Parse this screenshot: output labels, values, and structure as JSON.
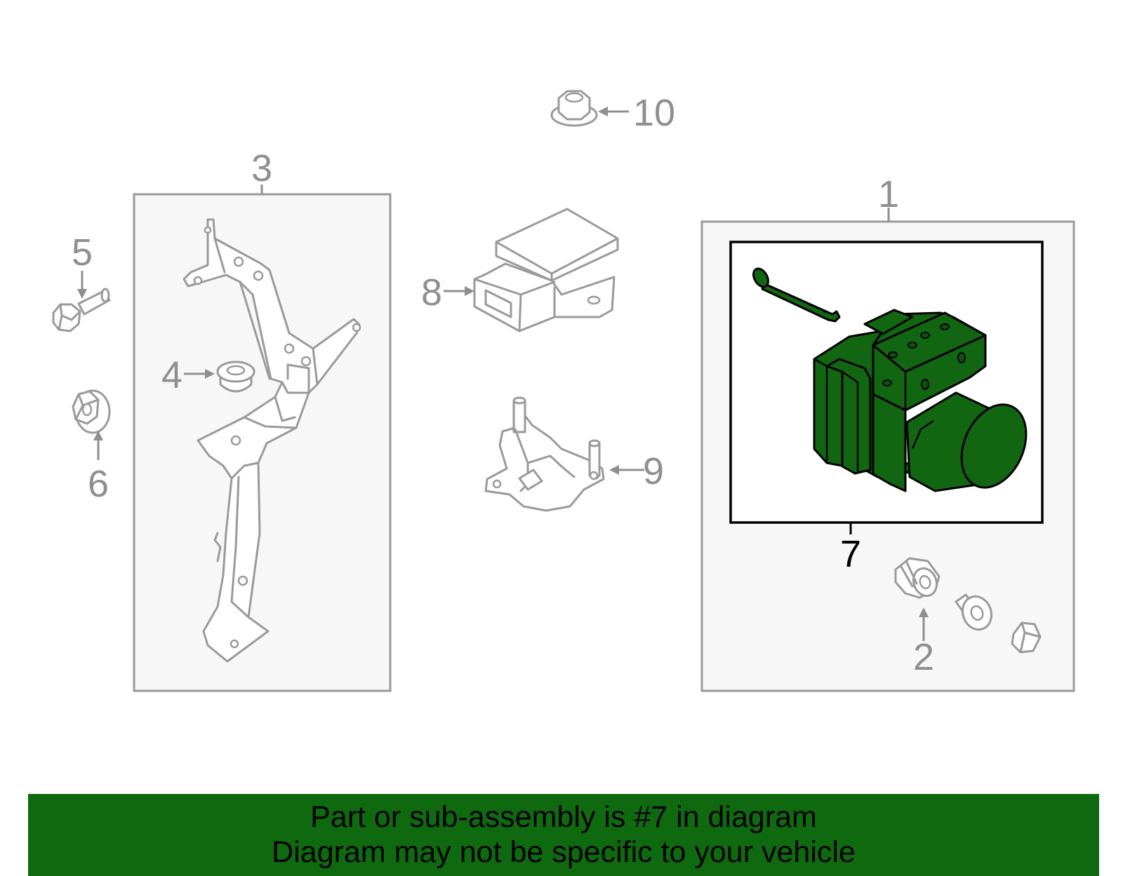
{
  "callouts": {
    "c1": "1",
    "c2": "2",
    "c3": "3",
    "c4": "4",
    "c5": "5",
    "c6": "6",
    "c7": "7",
    "c8": "8",
    "c9": "9",
    "c10": "10"
  },
  "banner": {
    "line1": "Part or sub-assembly is #7 in diagram",
    "line2": "Diagram may not be specific to your vehicle"
  },
  "colors": {
    "highlight": "#126612",
    "banner": "#0f6a0f",
    "linework": "#9a9a9a",
    "panel": "#f7f7f7"
  }
}
